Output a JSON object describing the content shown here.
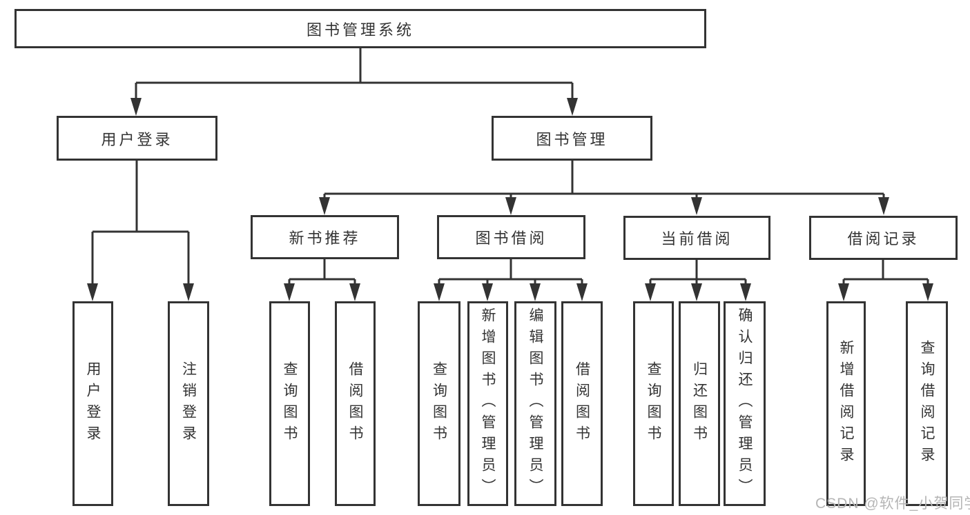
{
  "title": "图书管理系统",
  "watermark": {
    "text": "CSDN @软件_小贺同学"
  },
  "colors": {
    "line": "#333333",
    "text": "#333333",
    "node_fill": "#ffffff",
    "background": "#ffffff",
    "watermark": "#b5b5b5"
  },
  "nodes": {
    "root": {
      "label": "图书管理系统"
    },
    "user_login": {
      "label": "用户登录"
    },
    "book_mgmt": {
      "label": "图书管理"
    },
    "new_book_rec": {
      "label": "新书推荐"
    },
    "book_borrow": {
      "label": "图书借阅"
    },
    "current_borrow": {
      "label": "当前借阅"
    },
    "borrow_records": {
      "label": "借阅记录"
    },
    "leaf_user_login": {
      "label": "用户登录"
    },
    "leaf_logout": {
      "label": "注销登录"
    },
    "leaf_nb_query_book": {
      "label": "查询图书"
    },
    "leaf_nb_borrow_book": {
      "label": "借阅图书"
    },
    "leaf_bb_query_book": {
      "label": "查询图书"
    },
    "leaf_bb_add_book": {
      "label": "新增图书（管理员）"
    },
    "leaf_bb_edit_book": {
      "label": "编辑图书（管理员）"
    },
    "leaf_bb_borrow_book": {
      "label": "借阅图书"
    },
    "leaf_cb_query_book": {
      "label": "查询图书"
    },
    "leaf_cb_return_book": {
      "label": "归还图书"
    },
    "leaf_cb_confirm_return": {
      "label": "确认归还（管理员）"
    },
    "leaf_br_add_record": {
      "label": "新增借阅记录"
    },
    "leaf_br_query_record": {
      "label": "查询借阅记录"
    }
  },
  "edges": [
    {
      "from": "root",
      "to": "user_login"
    },
    {
      "from": "root",
      "to": "book_mgmt"
    },
    {
      "from": "user_login",
      "to": "leaf_user_login"
    },
    {
      "from": "user_login",
      "to": "leaf_logout"
    },
    {
      "from": "book_mgmt",
      "to": "new_book_rec"
    },
    {
      "from": "book_mgmt",
      "to": "book_borrow"
    },
    {
      "from": "book_mgmt",
      "to": "current_borrow"
    },
    {
      "from": "book_mgmt",
      "to": "borrow_records"
    },
    {
      "from": "new_book_rec",
      "to": "leaf_nb_query_book"
    },
    {
      "from": "new_book_rec",
      "to": "leaf_nb_borrow_book"
    },
    {
      "from": "book_borrow",
      "to": "leaf_bb_query_book"
    },
    {
      "from": "book_borrow",
      "to": "leaf_bb_add_book"
    },
    {
      "from": "book_borrow",
      "to": "leaf_bb_edit_book"
    },
    {
      "from": "book_borrow",
      "to": "leaf_bb_borrow_book"
    },
    {
      "from": "current_borrow",
      "to": "leaf_cb_query_book"
    },
    {
      "from": "current_borrow",
      "to": "leaf_cb_return_book"
    },
    {
      "from": "current_borrow",
      "to": "leaf_cb_confirm_return"
    },
    {
      "from": "borrow_records",
      "to": "leaf_br_add_record"
    },
    {
      "from": "borrow_records",
      "to": "leaf_br_query_record"
    }
  ]
}
